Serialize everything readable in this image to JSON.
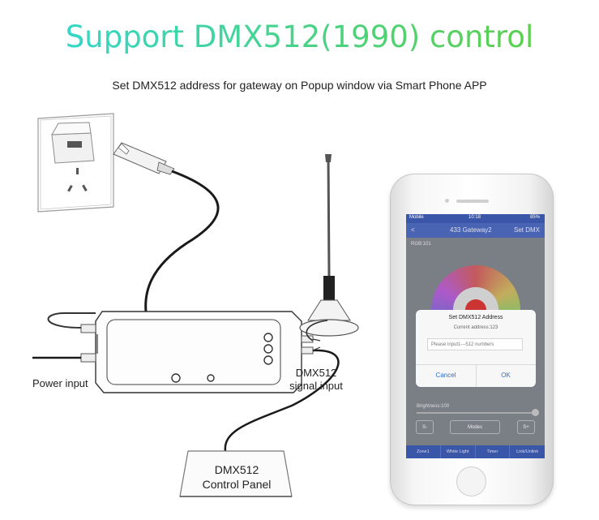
{
  "headline": "Support DMX512(1990) control",
  "subline": "Set DMX512 address for gateway on Popup window via Smart Phone APP",
  "labels": {
    "power_input": "Power input",
    "dmx_signal": [
      "DMX512",
      "signal input"
    ],
    "control_panel": [
      "DMX512",
      "Control Panel"
    ]
  },
  "phone": {
    "status": {
      "carrier": "Mobile",
      "time": "10:18",
      "battery": "85%"
    },
    "nav": {
      "back": "<",
      "title": "433 Gateway2",
      "action": "Set DMX"
    },
    "rgb_label": "RGB:101",
    "dialog": {
      "title": "Set DMX512 Address",
      "current": "Current address:123",
      "placeholder": "Please input1---512 numbers",
      "cancel": "Cancel",
      "ok": "OK"
    },
    "brightness": "Brightness:100",
    "buttons": {
      "minus": "S-",
      "modes": "Modes",
      "plus": "S+"
    },
    "tabs": [
      "Zone1",
      "White Light",
      "Timer",
      "Link/Unlink"
    ]
  },
  "colors": {
    "headline_start": "#34d6c6",
    "headline_end": "#5cd04c",
    "cable": "#1a1a1a"
  }
}
